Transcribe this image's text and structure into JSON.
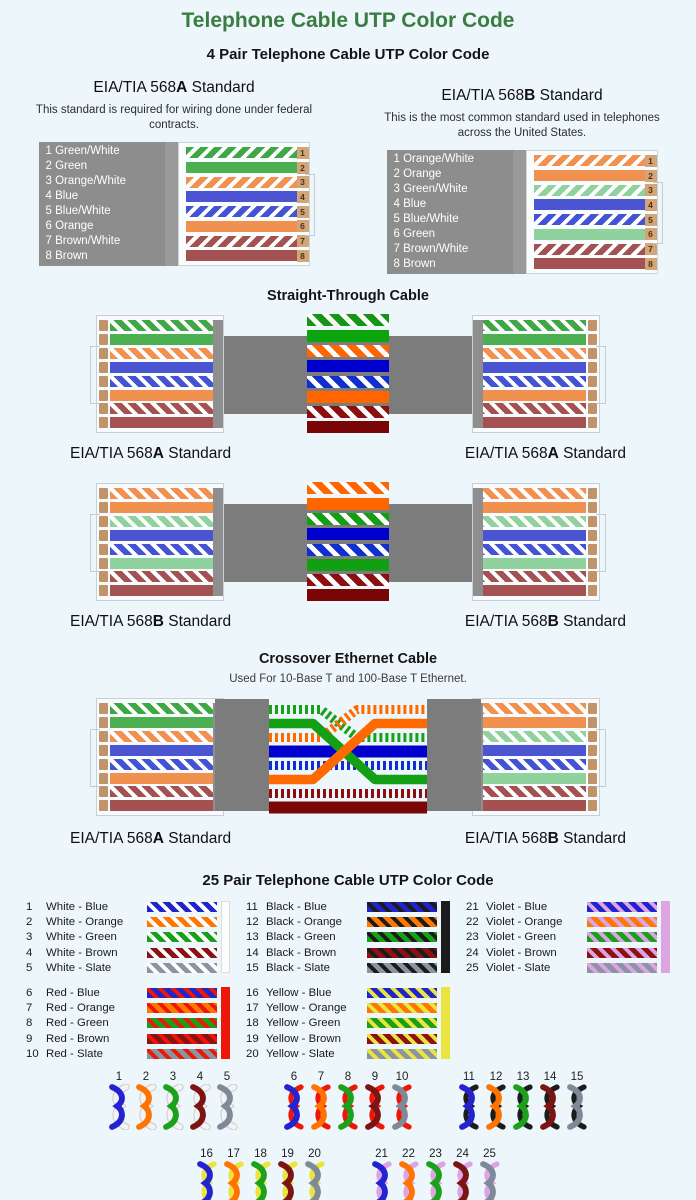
{
  "page": {
    "bg_color": "#edf6fa",
    "title": "Telephone Cable UTP Color Code",
    "title_color": "#3a7d43",
    "section_4pair_title": "4 Pair Telephone Cable UTP Color Code",
    "section_25pair_title": "25 Pair Telephone Cable UTP Color Code"
  },
  "label_parts": {
    "prefix": "EIA/TIA 568",
    "suffix": " Standard"
  },
  "standards": {
    "a": {
      "letter": "A",
      "description": "This standard is required for wiring done under federal contracts.",
      "wires": [
        {
          "num": "1",
          "label": "1 Green/White",
          "type": "stripe",
          "color": "#3fa845"
        },
        {
          "num": "2",
          "label": "2 Green",
          "type": "solid",
          "color": "#4caf50"
        },
        {
          "num": "3",
          "label": "3 Orange/White",
          "type": "stripe",
          "color": "#f0914f"
        },
        {
          "num": "4",
          "label": "4 Blue",
          "type": "solid",
          "color": "#4b55d2"
        },
        {
          "num": "5",
          "label": "5 Blue/White",
          "type": "stripe",
          "color": "#4453d2"
        },
        {
          "num": "6",
          "label": "6 Orange",
          "type": "solid",
          "color": "#f0914f"
        },
        {
          "num": "7",
          "label": "7 Brown/White",
          "type": "stripe",
          "color": "#a35151"
        },
        {
          "num": "8",
          "label": "8 Brown",
          "type": "solid",
          "color": "#a35151"
        }
      ]
    },
    "b": {
      "letter": "B",
      "description": "This is the most common standard used in telephones across the United States.",
      "wires": [
        {
          "num": "1",
          "label": "1 Orange/White",
          "type": "stripe",
          "color": "#f0914f"
        },
        {
          "num": "2",
          "label": "2 Orange",
          "type": "solid",
          "color": "#f0914f"
        },
        {
          "num": "3",
          "label": "3 Green/White",
          "type": "stripe",
          "color": "#90d29e"
        },
        {
          "num": "4",
          "label": "4 Blue",
          "type": "solid",
          "color": "#4b55d2"
        },
        {
          "num": "5",
          "label": "5 Blue/White",
          "type": "stripe",
          "color": "#4453d2"
        },
        {
          "num": "6",
          "label": "6 Green",
          "type": "solid",
          "color": "#90d29e"
        },
        {
          "num": "7",
          "label": "7 Brown/White",
          "type": "stripe",
          "color": "#a35151"
        },
        {
          "num": "8",
          "label": "8 Brown",
          "type": "solid",
          "color": "#a35151"
        }
      ]
    }
  },
  "cables": {
    "straight_title": "Straight-Through Cable",
    "crossover_title": "Crossover Ethernet Cable",
    "crossover_subtitle": "Used For 10-Base T and 100-Base T Ethernet.",
    "sheath_color": "#7c7c7c",
    "middles": {
      "a": [
        {
          "type": "stripe",
          "color": "#169616"
        },
        {
          "type": "solid",
          "color": "#0da50d"
        },
        {
          "type": "stripe",
          "color": "#ff6600"
        },
        {
          "type": "solid",
          "color": "#0000cc"
        },
        {
          "type": "stripe",
          "color": "#0f2fd0"
        },
        {
          "type": "solid",
          "color": "#ff6600"
        },
        {
          "type": "stripe",
          "color": "#8c0f0f"
        },
        {
          "type": "solid",
          "color": "#7a0505"
        }
      ],
      "b": [
        {
          "type": "stripe",
          "color": "#ff6600"
        },
        {
          "type": "solid",
          "color": "#ff6600"
        },
        {
          "type": "stripe",
          "color": "#12a012"
        },
        {
          "type": "solid",
          "color": "#0000cc"
        },
        {
          "type": "stripe",
          "color": "#0f2fd0"
        },
        {
          "type": "solid",
          "color": "#12a012"
        },
        {
          "type": "stripe",
          "color": "#8c0f0f"
        },
        {
          "type": "solid",
          "color": "#7a0505"
        }
      ]
    },
    "cross_colors": {
      "green_dash": "#18a018",
      "orange_dash": "#ff6a00",
      "green": "#14a014",
      "orange": "#ff6a00",
      "blue": "#0000cc",
      "blue_dash": "#0f2fd0",
      "maroon_dash": "#8c0f0f",
      "maroon": "#7a0606"
    },
    "diagrams": [
      {
        "id": "cable-a",
        "left_letter": "A",
        "right_letter": "A",
        "left_conn": "a",
        "right_conn": "a",
        "middle": "a"
      },
      {
        "id": "cable-b",
        "left_letter": "B",
        "right_letter": "B",
        "left_conn": "b",
        "right_conn": "b",
        "middle": "b"
      },
      {
        "id": "cable-x",
        "left_letter": "A",
        "right_letter": "B",
        "left_conn": "a",
        "right_conn": "b"
      }
    ]
  },
  "pairs25": {
    "minor_names": [
      "Blue",
      "Orange",
      "Green",
      "Brown",
      "Slate"
    ],
    "minor_colors": [
      "#1f24cc",
      "#ff7700",
      "#18a018",
      "#8c1111",
      "#8a95a1"
    ],
    "groups": [
      {
        "major": "White",
        "base": "#ffffff",
        "bar_color": "#fdfdfd",
        "bar_border": "#dcdcdc",
        "items": [
          {
            "num": "1",
            "label": "White - Blue"
          },
          {
            "num": "2",
            "label": "White - Orange"
          },
          {
            "num": "3",
            "label": "White - Green"
          },
          {
            "num": "4",
            "label": "White - Brown"
          },
          {
            "num": "5",
            "label": "White - Slate"
          }
        ]
      },
      {
        "major": "Black",
        "base": "#1b1b1b",
        "bar_color": "#1b1b1b",
        "bar_border": "",
        "items": [
          {
            "num": "11",
            "label": "Black - Blue"
          },
          {
            "num": "12",
            "label": "Black - Orange"
          },
          {
            "num": "13",
            "label": "Black - Green"
          },
          {
            "num": "14",
            "label": "Black - Brown"
          },
          {
            "num": "15",
            "label": "Black - Slate"
          }
        ]
      },
      {
        "major": "Violet",
        "base": "#dda4e4",
        "bar_color": "#dda4e4",
        "bar_border": "",
        "items": [
          {
            "num": "21",
            "label": "Violet - Blue"
          },
          {
            "num": "22",
            "label": "Violet - Orange"
          },
          {
            "num": "23",
            "label": "Violet - Green"
          },
          {
            "num": "24",
            "label": "Violet - Brown"
          },
          {
            "num": "25",
            "label": "Violet - Slate"
          }
        ]
      },
      {
        "major": "Red",
        "base": "#ee1607",
        "bar_color": "#ee1607",
        "bar_border": "",
        "items": [
          {
            "num": "6",
            "label": "Red - Blue"
          },
          {
            "num": "7",
            "label": "Red - Orange"
          },
          {
            "num": "8",
            "label": "Red - Green"
          },
          {
            "num": "9",
            "label": "Red - Brown"
          },
          {
            "num": "10",
            "label": "Red - Slate"
          }
        ]
      },
      {
        "major": "Yellow",
        "base": "#e9e43f",
        "bar_color": "#e9e43f",
        "bar_border": "",
        "items": [
          {
            "num": "16",
            "label": "Yellow - Blue"
          },
          {
            "num": "17",
            "label": "Yellow - Orange"
          },
          {
            "num": "18",
            "label": "Yellow - Green"
          },
          {
            "num": "19",
            "label": "Yellow - Brown"
          },
          {
            "num": "20",
            "label": "Yellow - Slate"
          }
        ]
      }
    ],
    "band1": [
      0,
      1,
      2
    ],
    "band2": [
      3,
      4
    ]
  },
  "twists": {
    "minor_colors": [
      "#2324cf",
      "#ff7300",
      "#1ca11c",
      "#7c1414",
      "#7e8a97"
    ],
    "groups": [
      {
        "nums": [
          "1",
          "2",
          "3",
          "4",
          "5"
        ],
        "secondary": "#f3f3f3",
        "halo": "#c9c9c9"
      },
      {
        "nums": [
          "6",
          "7",
          "8",
          "9",
          "10"
        ],
        "secondary": "#ee1607",
        "halo": ""
      },
      {
        "nums": [
          "11",
          "12",
          "13",
          "14",
          "15"
        ],
        "secondary": "#1c1c1c",
        "halo": ""
      },
      {
        "nums": [
          "16",
          "17",
          "18",
          "19",
          "20"
        ],
        "secondary": "#e9e43f",
        "halo": ""
      },
      {
        "nums": [
          "21",
          "22",
          "23",
          "24",
          "25"
        ],
        "secondary": "#dda4e4",
        "halo": ""
      }
    ],
    "row1": [
      0,
      1,
      2
    ],
    "row2": [
      3,
      4
    ]
  }
}
